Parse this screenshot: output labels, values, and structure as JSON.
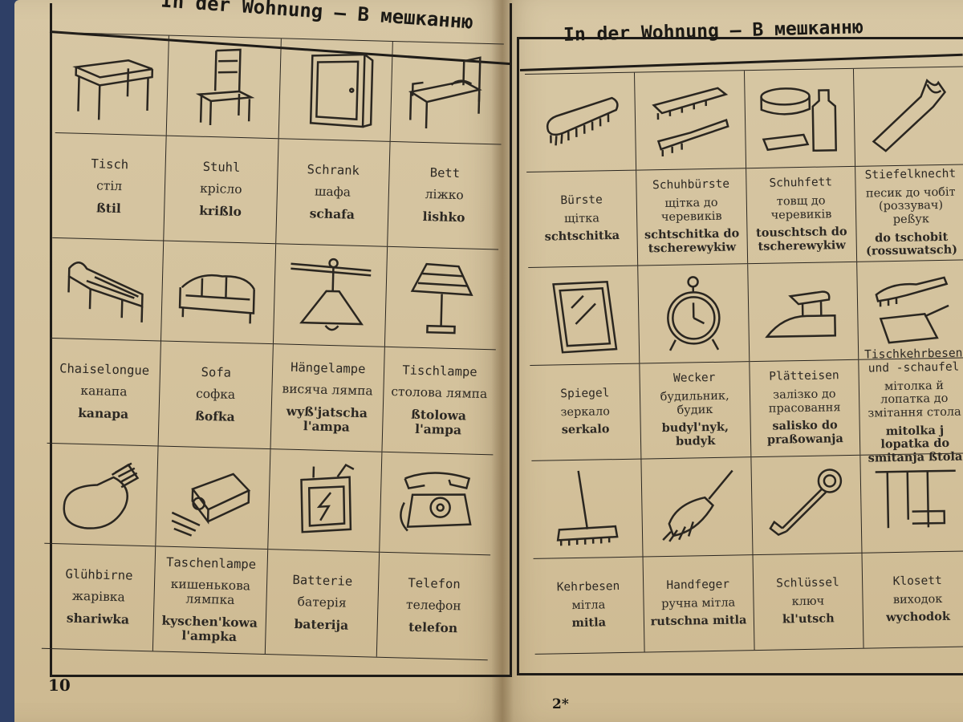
{
  "left_page": {
    "title": "In der Wohnung — В мешканню",
    "page_number": "10",
    "rows": [
      [
        {
          "de": "Tisch",
          "uk": "стіл",
          "tr": "ßtil",
          "icon": "table-icon"
        },
        {
          "de": "Stuhl",
          "uk": "крісло",
          "tr": "krißlo",
          "icon": "chair-icon"
        },
        {
          "de": "Schrank",
          "uk": "шафа",
          "tr": "schafa",
          "icon": "wardrobe-icon"
        },
        {
          "de": "Bett",
          "uk": "ліжко",
          "tr": "lishko",
          "icon": "bed-icon"
        }
      ],
      [
        {
          "de": "Chaiselongue",
          "uk": "канапа",
          "tr": "kanapa",
          "icon": "chaiselongue-icon"
        },
        {
          "de": "Sofa",
          "uk": "софка",
          "tr": "ßofka",
          "icon": "sofa-icon"
        },
        {
          "de": "Hängelampe",
          "uk": "висяча лямпа",
          "tr": "wyß'jatscha l'ampa",
          "icon": "hanging-lamp-icon"
        },
        {
          "de": "Tischlampe",
          "uk": "столова лямпа",
          "tr": "ßtolowa l'ampa",
          "icon": "table-lamp-icon"
        }
      ],
      [
        {
          "de": "Glühbirne",
          "uk": "жарівка",
          "tr": "shariwka",
          "icon": "light-bulb-icon"
        },
        {
          "de": "Taschenlampe",
          "uk": "кишенькова лямпка",
          "tr": "kyschen'kowa l'ampka",
          "icon": "flashlight-icon"
        },
        {
          "de": "Batterie",
          "uk": "батерія",
          "tr": "baterija",
          "icon": "battery-icon"
        },
        {
          "de": "Telefon",
          "uk": "телефон",
          "tr": "telefon",
          "icon": "telephone-icon"
        }
      ]
    ]
  },
  "right_page": {
    "title": "In der Wohnung — В мешканню",
    "page_number": "2*",
    "rows": [
      [
        {
          "de": "Bürste",
          "uk": "щітка",
          "tr": "schtschitka",
          "icon": "brush-icon"
        },
        {
          "de": "Schuhbürste",
          "uk": "щітка до черевиків",
          "tr": "schtschitka do tscherewykiw",
          "icon": "shoe-brush-icon"
        },
        {
          "de": "Schuhfett",
          "uk": "товщ до черевиків",
          "tr": "touschtsch do tscherewykiw",
          "icon": "shoe-polish-icon"
        },
        {
          "de": "Stiefelknecht",
          "uk": "песик до чобіт (роззувач) реßук",
          "tr": "do tschobit (rossuwatsch)",
          "icon": "bootjack-icon"
        }
      ],
      [
        {
          "de": "Spiegel",
          "uk": "зеркало",
          "tr": "serkalo",
          "icon": "mirror-icon"
        },
        {
          "de": "Wecker",
          "uk": "будильник, будик",
          "tr": "budyl'nyk, budyk",
          "icon": "alarm-clock-icon"
        },
        {
          "de": "Plätteisen",
          "uk": "залізко до прасовання",
          "tr": "salisko do praßowanja",
          "icon": "iron-icon"
        },
        {
          "de": "Tischkehrbesen und -schaufel",
          "uk": "мітолка й лопатка до змітання стола",
          "tr": "mitolka j lopatka do smitanja ßtola",
          "icon": "dustpan-icon"
        }
      ],
      [
        {
          "de": "Kehrbesen",
          "uk": "мітла",
          "tr": "mitla",
          "icon": "broom-icon"
        },
        {
          "de": "Handfeger",
          "uk": "ручна мітла",
          "tr": "rutschna mitla",
          "icon": "hand-brush-icon"
        },
        {
          "de": "Schlüssel",
          "uk": "ключ",
          "tr": "kl'utsch",
          "icon": "key-icon"
        },
        {
          "de": "Klosett",
          "uk": "виходок",
          "tr": "wychodok",
          "icon": "toilet-icon"
        }
      ]
    ]
  },
  "colors": {
    "ink": "#2a2620",
    "paper": "#d3c19b",
    "background": "#2e3f66"
  }
}
